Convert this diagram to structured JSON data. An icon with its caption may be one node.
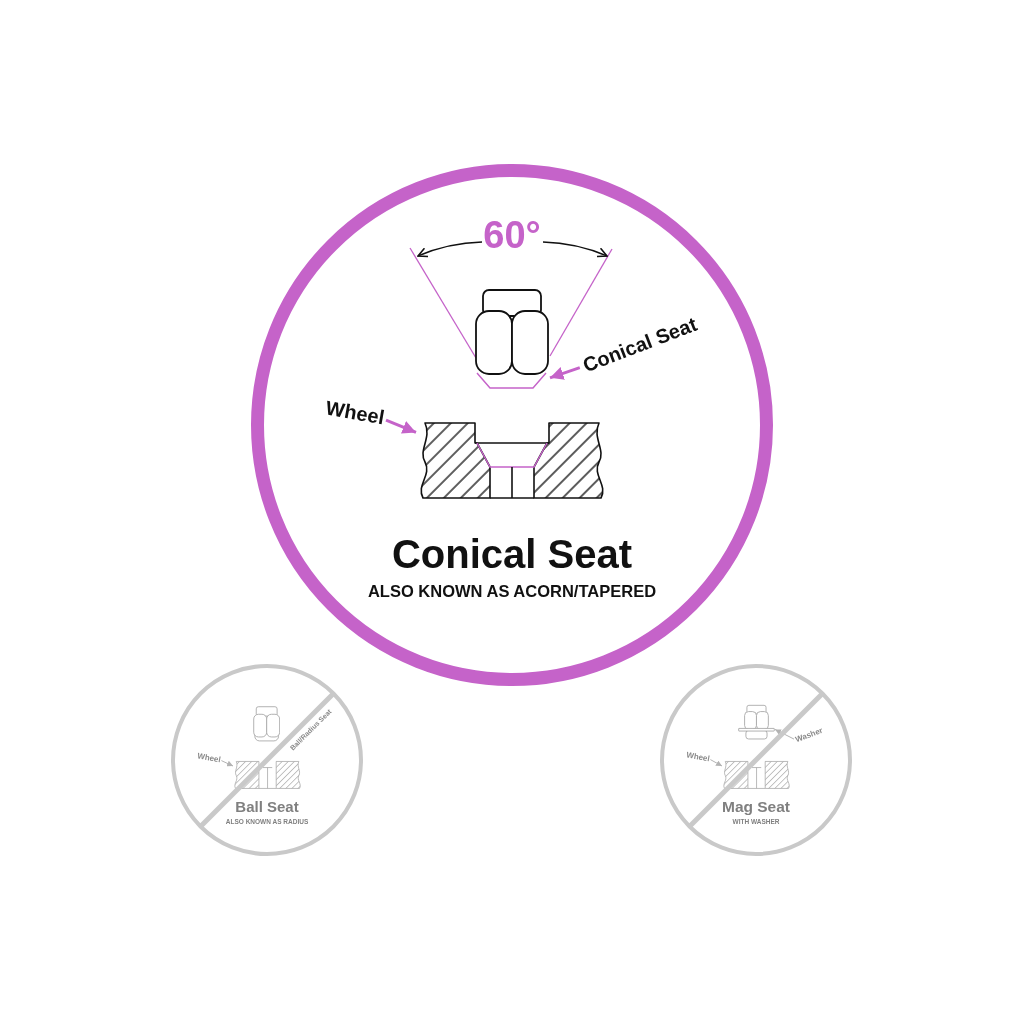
{
  "diagram": {
    "nodes": [
      {
        "text": [
          "Conical Seat",
          "ALSO KNOWN AS ACORN/TAPERED"
        ]
      },
      {
        "text": [],
        "shape": "picture",
        "in": 0
      },
      {
        "text": [
          "Conical Seat"
        ],
        "in": 0
      },
      {
        "text": [
          "Wheel"
        ],
        "in": 0
      },
      {
        "text": [],
        "shape": "picture",
        "in": 0
      },
      {
        "text": [
          "Ball Seat",
          "ALSO KNOWN AS RADIUS"
        ]
      },
      {
        "text": [],
        "shape": "picture",
        "in": 5
      },
      {
        "text": [
          "Wheel"
        ],
        "in": 5
      },
      {
        "text": [],
        "shape": "picture",
        "in": 5
      },
      {
        "text": [
          "Mag Seat",
          "WITH WASHER"
        ]
      },
      {
        "text": [],
        "shape": "picture",
        "in": 9
      },
      {
        "text": [
          "Washer"
        ],
        "in": 9
      },
      {
        "text": [
          "Wheel"
        ],
        "in": 9
      },
      {
        "text": [],
        "shape": "picture",
        "in": 9
      }
    ],
    "edges": [
      {
        "from": 2,
        "to": 1,
        "arrow": "to",
        "style": "thick",
        "color": "#c563c9"
      },
      {
        "from": 3,
        "to": 4,
        "arrow": "to",
        "style": "thick",
        "color": "#c563c9"
      },
      {
        "from": 7,
        "to": 8,
        "arrow": "to"
      },
      {
        "from": 11,
        "to": 10,
        "arrow": "to"
      },
      {
        "from": 12,
        "to": 13,
        "arrow": "to"
      }
    ],
    "labels": [
      "60°",
      "Ball/Radius Seat"
    ]
  }
}
